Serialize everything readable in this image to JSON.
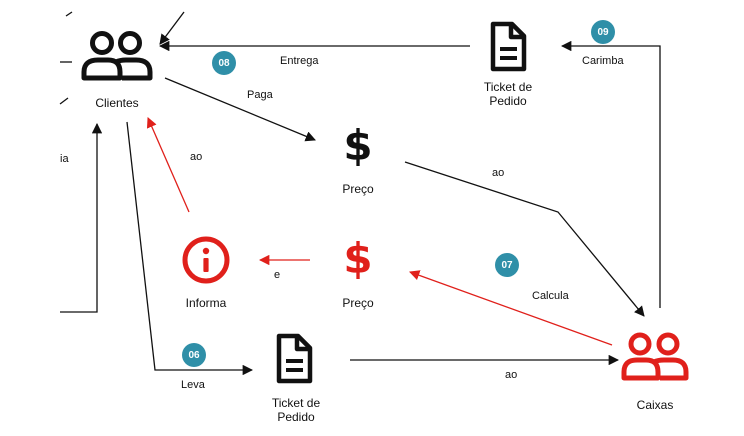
{
  "colors": {
    "black": "#111111",
    "red": "#e0201b",
    "badge": "#2f8fa8"
  },
  "nodes": {
    "clientes": {
      "label": "Clientes",
      "icon": "users-icon"
    },
    "ticket_top": {
      "label": "Ticket de\nPedido",
      "icon": "document-icon"
    },
    "preco_top": {
      "label": "Preço",
      "icon": "dollar-icon"
    },
    "informa": {
      "label": "Informa",
      "icon": "info-circle-icon"
    },
    "preco_red": {
      "label": "Preço",
      "icon": "dollar-icon"
    },
    "ticket_bottom": {
      "label": "Ticket de\nPedido",
      "icon": "document-icon"
    },
    "caixas": {
      "label": "Caixas",
      "icon": "users-icon"
    }
  },
  "edges": {
    "entrega": "Entrega",
    "carimba": "Carimba",
    "paga": "Paga",
    "ao_preco": "ao",
    "ao_informa": "ao",
    "e": "e",
    "calcula": "Calcula",
    "leva": "Leva",
    "ao_ticket": "ao",
    "cut_left": "ia"
  },
  "badges": {
    "b08": "08",
    "b09": "09",
    "b07": "07",
    "b06": "06"
  }
}
